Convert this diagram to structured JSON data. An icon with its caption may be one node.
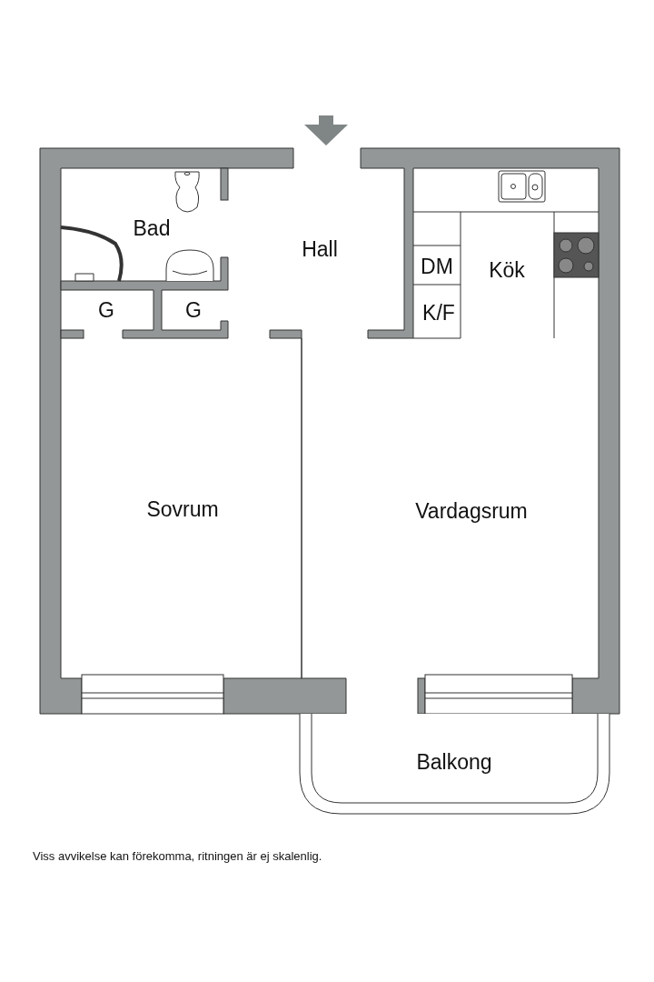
{
  "diagram": {
    "caption": "Viss avvikelse kan förekomma, ritningen är ej skalenlig.",
    "labels": [
      "Bad",
      "Hall",
      "G",
      "G",
      "DM",
      "Kök",
      "K/F",
      "Sovrum",
      "Vardagsrum",
      "Balkong"
    ]
  }
}
